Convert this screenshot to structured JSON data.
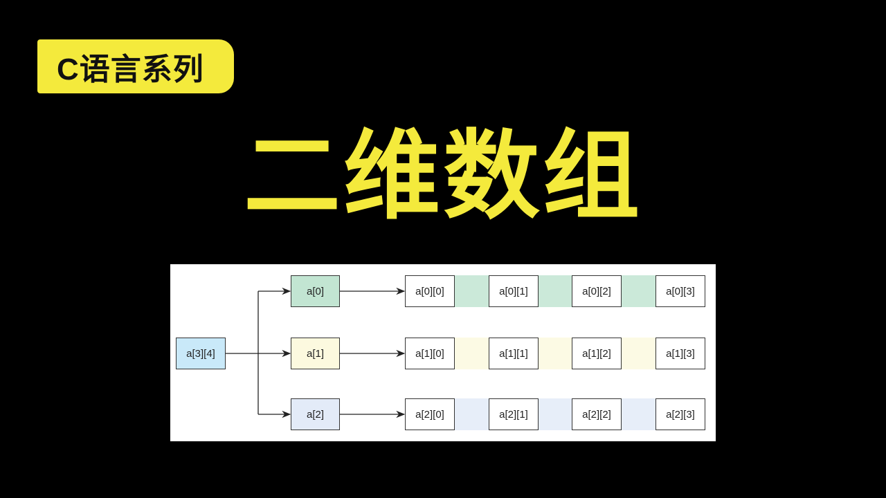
{
  "badge": {
    "label": "C语言系列"
  },
  "title": "二维数组",
  "colors": {
    "accent_yellow": "#f4ea3c",
    "root_fill": "#c9e9f9",
    "row0_fill": "#c2e5d2",
    "row1_fill": "#fcf9df",
    "row2_fill": "#e3ebf8"
  },
  "diagram": {
    "root": "a[3][4]",
    "rows": [
      {
        "label": "a[0]",
        "elements": [
          "a[0][0]",
          "a[0][1]",
          "a[0][2]",
          "a[0][3]"
        ]
      },
      {
        "label": "a[1]",
        "elements": [
          "a[1][0]",
          "a[1][1]",
          "a[1][2]",
          "a[1][3]"
        ]
      },
      {
        "label": "a[2]",
        "elements": [
          "a[2][0]",
          "a[2][1]",
          "a[2][2]",
          "a[2][3]"
        ]
      }
    ]
  }
}
